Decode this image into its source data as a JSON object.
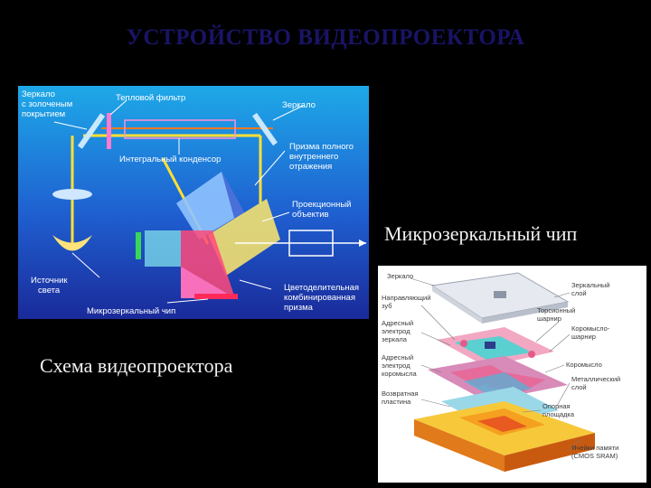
{
  "title": "УСТРОЙСТВО ВИДЕОПРОЕКТОРА",
  "caption_chip": "Микрозеркальный чип",
  "caption_scheme": "Схема видеопроектора",
  "scheme": {
    "mirror_gold": [
      "Зеркало",
      "с золоченым",
      "покрытием"
    ],
    "heat_filter": "Тепловой фильтр",
    "mirror": "Зеркало",
    "condenser": "Интегральный конденсор",
    "prism_tir": [
      "Призма полного",
      "внутреннего",
      "отражения"
    ],
    "projection_lens": [
      "Проекционный",
      "объектив"
    ],
    "light_source": [
      "Источник",
      "света"
    ],
    "color_prism": [
      "Цветоделительная",
      "комбинированная",
      "призма"
    ],
    "dmd_chip": "Микрозеркальный чип"
  },
  "chip": {
    "mirror": "Зеркало",
    "guide_tooth": [
      "Направляющий",
      "зуб"
    ],
    "mirror_electrode": [
      "Адресный",
      "электрод",
      "зеркала"
    ],
    "yoke_electrode": [
      "Адресный",
      "электрод",
      "коромысла"
    ],
    "return_plate": [
      "Возвратная",
      "пластина"
    ],
    "mirror_layer": [
      "Зеркальный",
      "слой"
    ],
    "torsion_hinge": [
      "Торсионный",
      "шарнир"
    ],
    "yoke_hinge": [
      "Коромысло-",
      "шарнир"
    ],
    "yoke": "Коромысло",
    "metal_layer": [
      "Металлический",
      "слой"
    ],
    "support_pad": [
      "Опорная",
      "площадка"
    ],
    "memory_cells": [
      "Ячейки памяти",
      "(CMOS SRAM)"
    ]
  },
  "colors": {
    "title": "#1a1466",
    "caption": "#f2f2f2",
    "beam": "#ffe033",
    "scheme_label": "#ffffff"
  }
}
